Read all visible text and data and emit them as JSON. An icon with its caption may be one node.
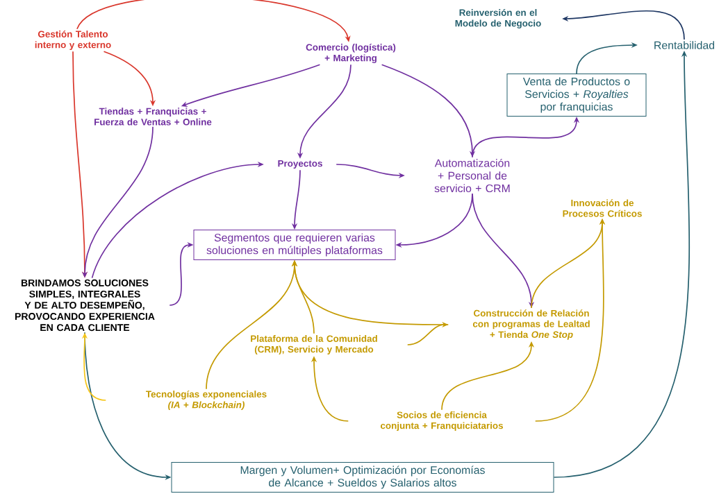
{
  "diagram": {
    "nodes": [
      {
        "text": [
          "Gestión Talento interno y externo"
        ]
      },
      {
        "text": [
          "Comercio (logística) + Marketing"
        ]
      },
      {
        "text": [
          "Reinversión en el Modelo de Negocio"
        ]
      },
      {
        "text": [
          "Rentabilidad"
        ]
      },
      {
        "text": [
          "Tiendas + Franquicias + Fuerza de Ventas + Online"
        ]
      },
      {
        "text": [
          "Venta de Productos o Servicios + *Royalties* por franquicias"
        ]
      },
      {
        "text": [
          "Proyectos"
        ]
      },
      {
        "text": [
          "Automatización + Personal de servicio + CRM"
        ]
      },
      {
        "text": [
          "Innovación de Procesos Críticos"
        ]
      },
      {
        "text": [
          "Segmentos que requieren varias soluciones en múltiples plataformas"
        ]
      },
      {
        "text": [
          "BRINDAMOS SOLUCIONES SIMPLES, INTEGRALES Y DE ALTO DESEMPEÑO, PROVOCANDO EXPERIENCIA EN CADA CLIENTE"
        ]
      },
      {
        "text": [
          "Construcción de Relación con programas de Lealtad + Tienda *One Stop*"
        ]
      },
      {
        "text": [
          "Plataforma de la Comunidad (CRM), Servicio y Mercado"
        ]
      },
      {
        "text": [
          "Tecnologías exponenciales *(IA* + *Blockchain)*"
        ]
      },
      {
        "text": [
          "Socios de eficiencia conjunta + Franquiciatarios"
        ]
      },
      {
        "text": [
          "Margen y Volumen+ Optimización por Economías de Alcance + Sueldos y Salarios altos"
        ]
      }
    ],
    "edges": [
      {
        "from": 0,
        "to": 1,
        "arrow": "to",
        "color": "#d9362b"
      },
      {
        "from": 0,
        "to": 4,
        "arrow": "to",
        "color": "#d9362b"
      },
      {
        "from": 0,
        "to": 10,
        "arrow": "to",
        "color": "#d9362b"
      },
      {
        "from": 1,
        "to": 4,
        "arrow": "to"
      },
      {
        "from": 1,
        "to": 6,
        "arrow": "to"
      },
      {
        "from": 1,
        "to": 7,
        "arrow": "to"
      },
      {
        "from": 4,
        "to": 10,
        "arrow": "to"
      },
      {
        "from": 10,
        "to": 6,
        "arrow": "to"
      },
      {
        "from": 10,
        "to": 9,
        "arrow": "to"
      },
      {
        "from": 6,
        "to": 7,
        "arrow": "to"
      },
      {
        "from": 6,
        "to": 9,
        "arrow": "to"
      },
      {
        "from": 7,
        "to": 9,
        "arrow": "to"
      },
      {
        "from": 7,
        "to": 11,
        "arrow": "to"
      },
      {
        "from": 7,
        "to": 5,
        "arrow": "to"
      },
      {
        "from": 5,
        "to": 3,
        "arrow": "to",
        "color": "#25606e"
      },
      {
        "from": 3,
        "to": 2,
        "arrow": "to",
        "color": "#1f3864"
      },
      {
        "from": 15,
        "to": 3,
        "arrow": "to",
        "color": "#25606e"
      },
      {
        "from": 10,
        "to": 15,
        "arrow": "to",
        "color": "#25606e"
      },
      {
        "from": 11,
        "to": 9,
        "arrow": "to",
        "color": "#c49a00"
      },
      {
        "from": 11,
        "to": 8,
        "arrow": "to",
        "color": "#c49a00"
      },
      {
        "from": 12,
        "to": 9,
        "arrow": "to",
        "color": "#c49a00"
      },
      {
        "from": 12,
        "to": 11,
        "arrow": "to",
        "color": "#c49a00"
      },
      {
        "from": 13,
        "to": 9,
        "arrow": "to",
        "color": "#c49a00"
      },
      {
        "from": 13,
        "to": 10,
        "arrow": "to",
        "color": "#f5c518"
      },
      {
        "from": 14,
        "to": 12,
        "arrow": "to",
        "color": "#c49a00"
      },
      {
        "from": 14,
        "to": 11,
        "arrow": "to",
        "color": "#c49a00"
      },
      {
        "from": 14,
        "to": 8,
        "arrow": "to",
        "color": "#c49a00"
      }
    ]
  }
}
